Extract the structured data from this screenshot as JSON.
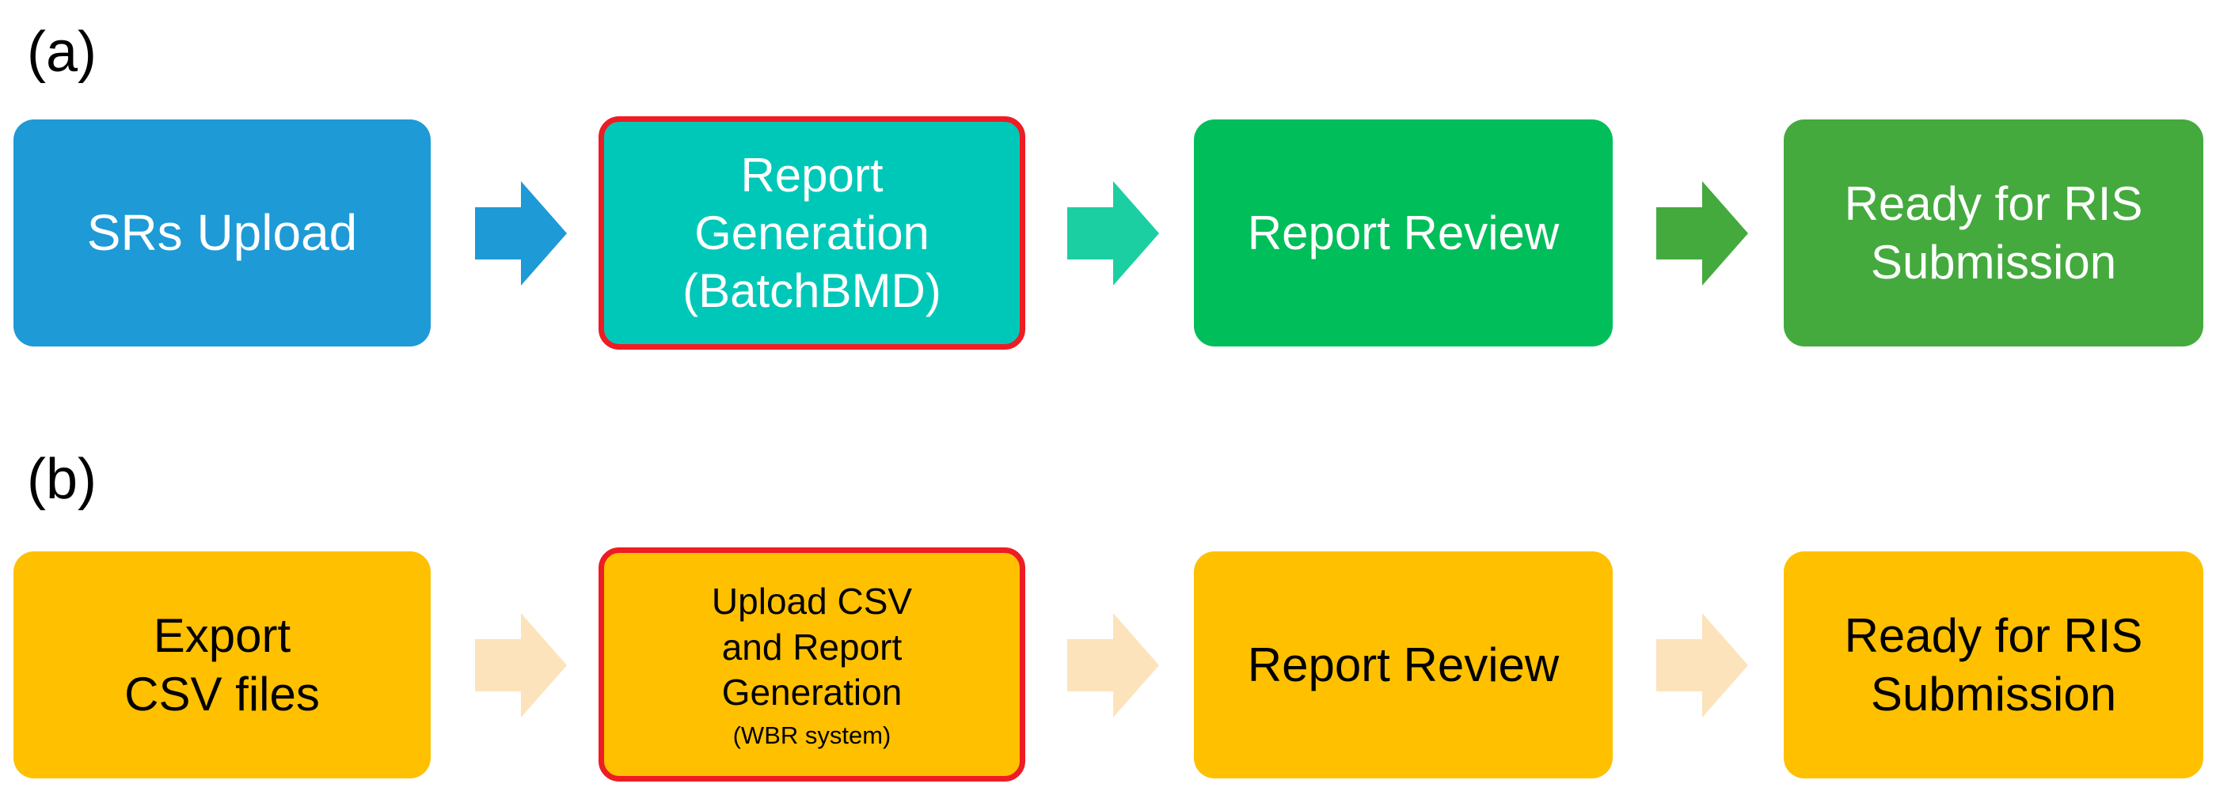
{
  "panel_a": {
    "label": "(a)",
    "steps": [
      {
        "lines": [
          "SRs Upload"
        ],
        "color": "#1e9ad6",
        "text_color": "#ffffff"
      },
      {
        "lines": [
          "Report",
          "Generation",
          "(BatchBMD)"
        ],
        "color": "#00c8b8",
        "text_color": "#ffffff",
        "highlighted": true
      },
      {
        "lines": [
          "Report Review"
        ],
        "color": "#00be5a",
        "text_color": "#ffffff"
      },
      {
        "lines": [
          "Ready for RIS",
          "Submission"
        ],
        "color": "#44aa3e",
        "text_color": "#ffffff"
      }
    ],
    "arrow_colors": [
      "#1e9ad6",
      "#1ccfa3",
      "#44aa3e"
    ]
  },
  "panel_b": {
    "label": "(b)",
    "steps": [
      {
        "lines": [
          "Export",
          "CSV files"
        ],
        "color": "#ffc000",
        "text_color": "#000000"
      },
      {
        "lines": [
          "Upload CSV",
          "and Report",
          "Generation"
        ],
        "note": "(WBR system)",
        "color": "#ffc000",
        "text_color": "#000000",
        "highlighted": true
      },
      {
        "lines": [
          "Report Review"
        ],
        "color": "#ffc000",
        "text_color": "#000000"
      },
      {
        "lines": [
          "Ready for RIS",
          "Submission"
        ],
        "color": "#ffc000",
        "text_color": "#000000"
      }
    ],
    "arrow_colors": [
      "#fde3bb",
      "#fde3bb",
      "#fde3bb"
    ]
  },
  "highlight_border_color": "#ee1c24"
}
